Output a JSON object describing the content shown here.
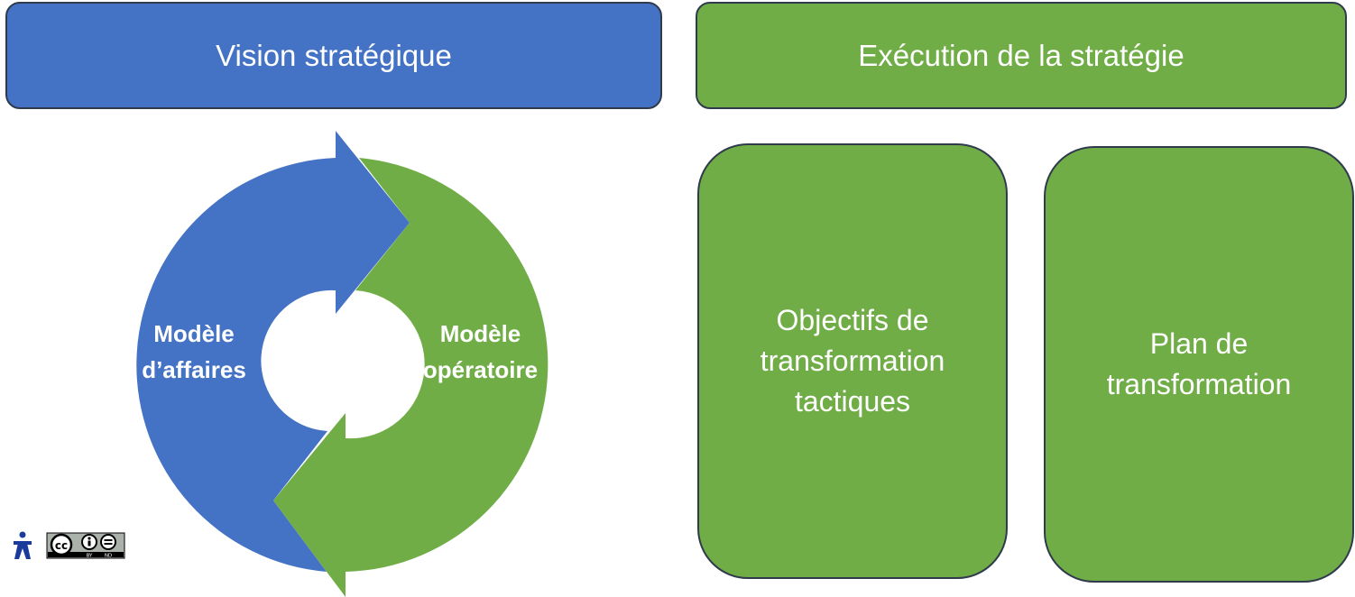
{
  "header": {
    "vision_title": "Vision stratégique",
    "execution_title": "Exécution de la stratégie"
  },
  "cycle": {
    "left_label": [
      "Modèle",
      "d’affaires"
    ],
    "right_label": [
      "Modèle",
      "opératoire"
    ]
  },
  "cards": {
    "objectifs": [
      "Objectifs de",
      "transformation",
      "tactiques"
    ],
    "plan": [
      "Plan de",
      "transformation"
    ]
  },
  "license": {
    "cc_text": "cc",
    "by_text": "BY",
    "nd_text": "ND"
  },
  "colors": {
    "blue": "#4472c4",
    "green": "#70ad47",
    "border": "#2f3b4c",
    "text": "#ffffff"
  }
}
